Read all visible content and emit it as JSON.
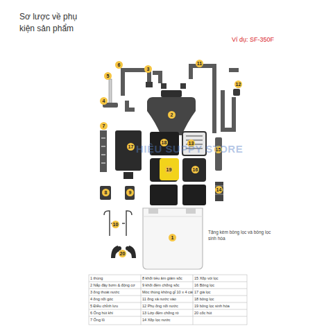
{
  "diagram": {
    "title": "Sơ lược về phụ kiện sản phẩm",
    "labels": [
      "Ví dụ: SF-350F",
      "5",
      "6",
      "3",
      "11",
      "12",
      "4",
      "2",
      "18",
      "7",
      "17",
      "13",
      "19",
      "16",
      "15",
      "8",
      "9",
      "14",
      "10",
      "20",
      "1",
      "HIỆU SUPPY STORE",
      "Tặng kèm bông lọc và bông lọc sinh hóa",
      "1 thùng",
      "8 khối tiêu âm giảm sốc",
      "15 Xốp vòi lọc",
      "2 Nắp đậy bơm & động cơ",
      "9 khối đệm chống sốc",
      "16 Bông lọc",
      "3 ống thoát nước",
      "Móc thùng không gỉ 10 x 4 cái",
      "17 giá lọc",
      "4 ống nối góc",
      "11 ống xả nước vào",
      "18 bông lọc",
      "5 Điều chỉnh lưu",
      "12 Phụ ống nối nước",
      "19 bông lọc sinh hóa",
      "6 Ống hút khí",
      "13 Lớp đệm chống rò",
      "20 cốc hút",
      "7 Ống lũ",
      "14 Xốp lọc nước"
    ]
  }
}
